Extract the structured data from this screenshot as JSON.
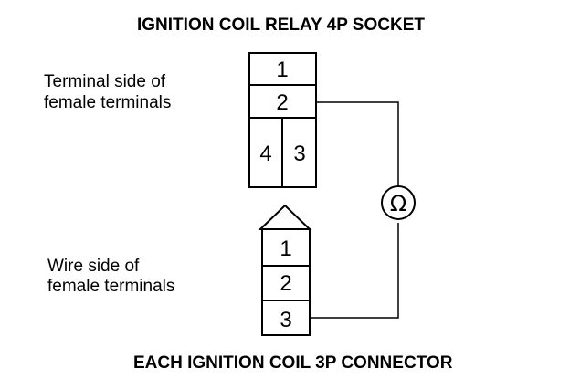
{
  "relay_socket": {
    "title": "IGNITION COIL RELAY 4P SOCKET",
    "side_label_line1": "Terminal side of",
    "side_label_line2": "female terminals",
    "pins": [
      "1",
      "2",
      "4",
      "3"
    ]
  },
  "coil_connector": {
    "title": "EACH IGNITION COIL 3P CONNECTOR",
    "side_label_line1": "Wire side of",
    "side_label_line2": "female terminals",
    "pins": [
      "1",
      "2",
      "3"
    ]
  },
  "meter": {
    "symbol": "Ω",
    "icon": "ohmmeter-icon"
  }
}
